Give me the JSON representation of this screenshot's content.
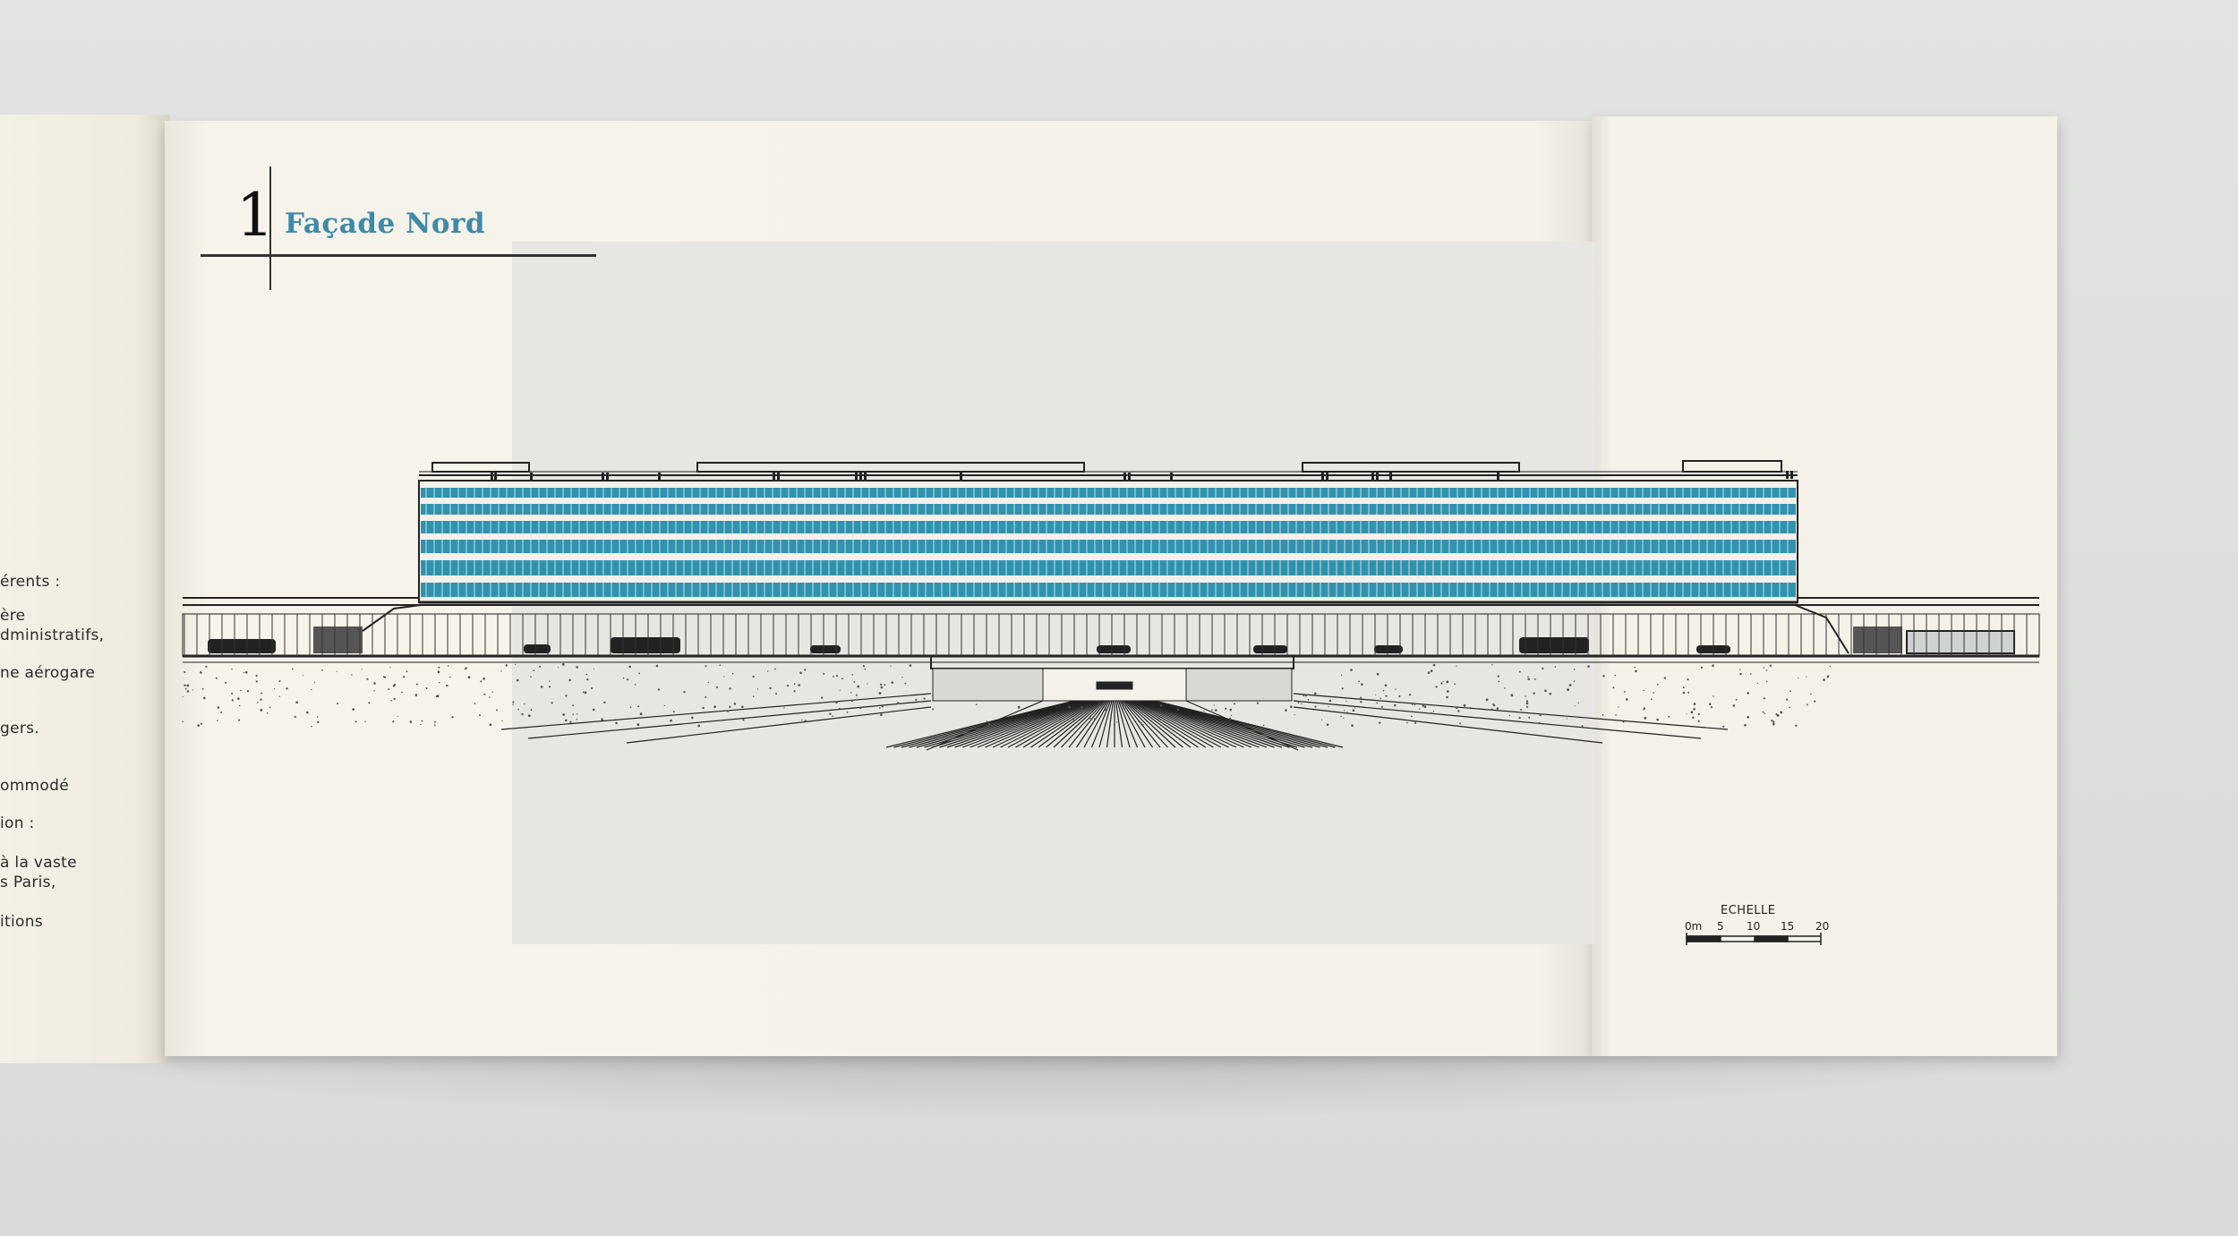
{
  "left_page": {
    "lines": [
      "érents :",
      "ère",
      "dministratifs,",
      "ne aérogare",
      "gers.",
      "ommodé",
      "ion :",
      "à la vaste",
      "s Paris,",
      "itions"
    ]
  },
  "heading": {
    "number": "1",
    "title": "Façade Nord"
  },
  "scale": {
    "label": "ECHELLE",
    "ticks": [
      "0m",
      "5",
      "10",
      "15",
      "20"
    ]
  },
  "colors": {
    "accent_blue": "#3f8aa8",
    "stripe_blue": "#2f93b0",
    "paper": "#f5f2e9"
  }
}
